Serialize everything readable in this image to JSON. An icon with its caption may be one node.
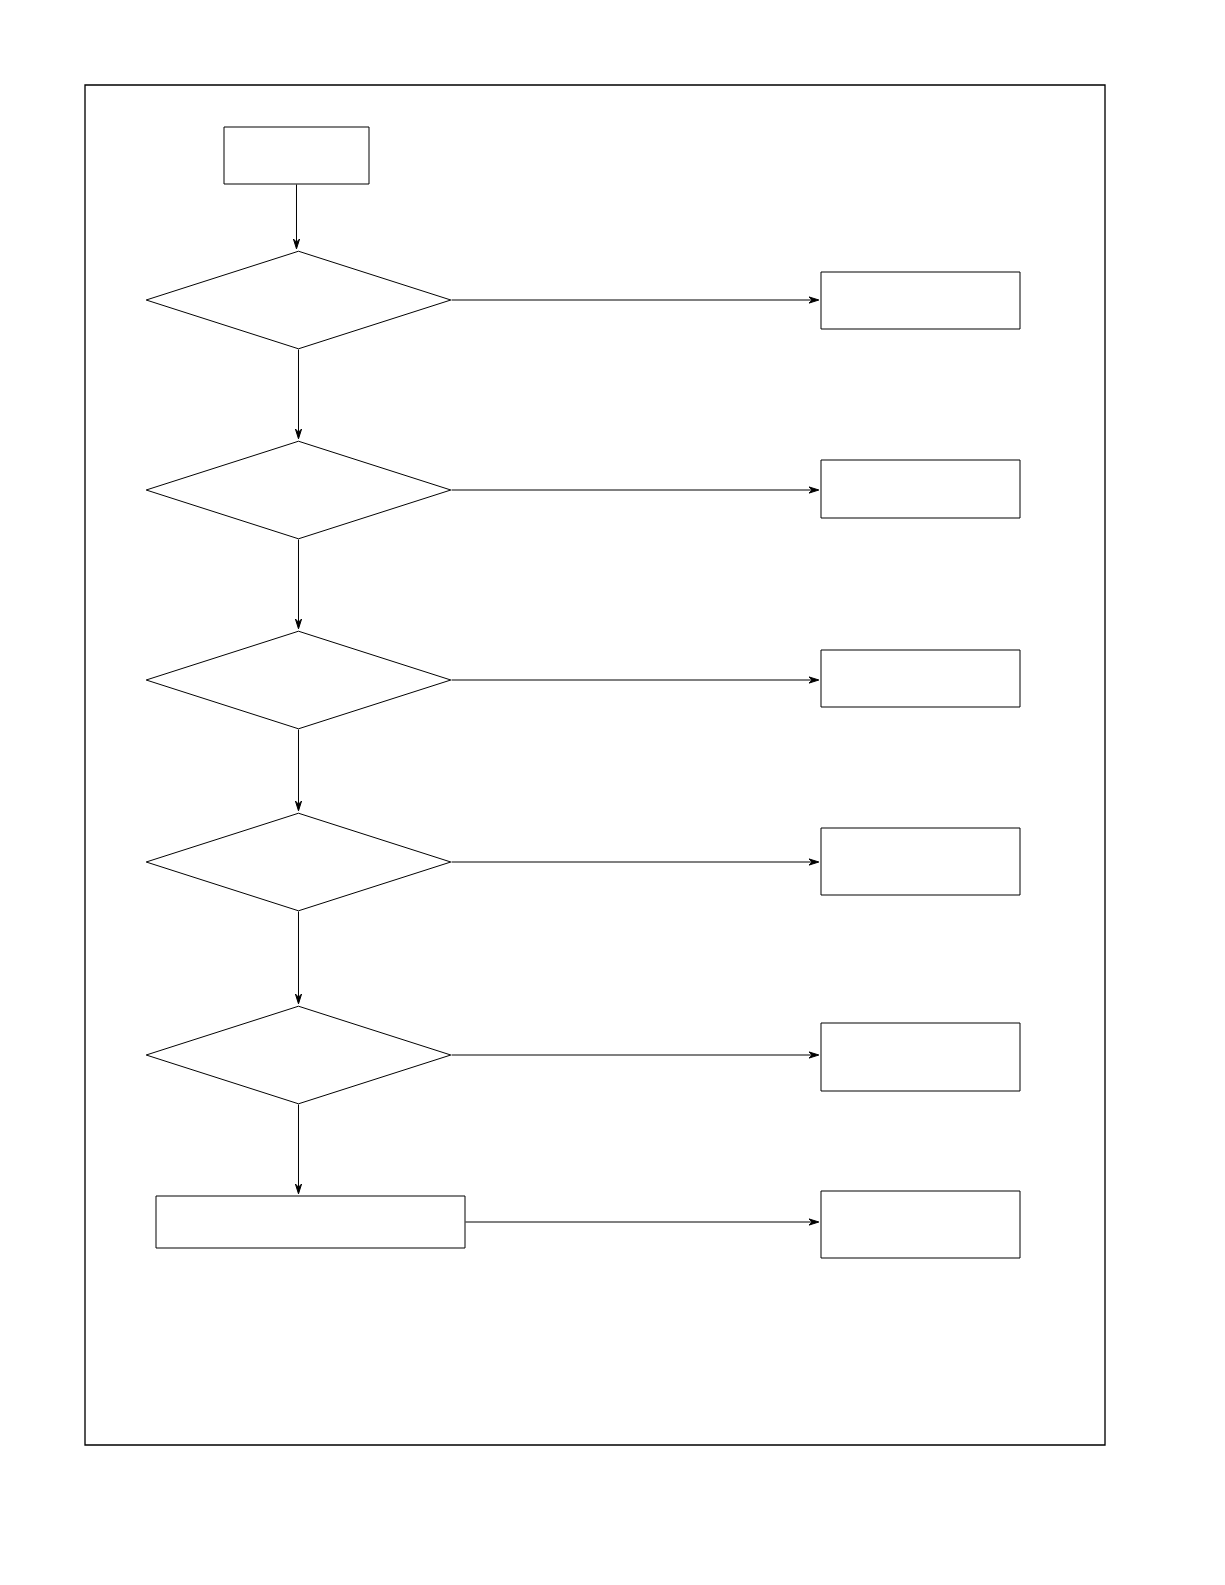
{
  "diagram": {
    "nodes": [
      {
        "text": [],
        "shape": "box"
      },
      {
        "text": [],
        "shape": "diamond"
      },
      {
        "text": [],
        "shape": "box"
      },
      {
        "text": [],
        "shape": "diamond"
      },
      {
        "text": [],
        "shape": "box"
      },
      {
        "text": [],
        "shape": "diamond"
      },
      {
        "text": [],
        "shape": "box"
      },
      {
        "text": [],
        "shape": "diamond"
      },
      {
        "text": [],
        "shape": "box"
      },
      {
        "text": [],
        "shape": "diamond"
      },
      {
        "text": [],
        "shape": "box"
      },
      {
        "text": [],
        "shape": "box"
      },
      {
        "text": [],
        "shape": "box"
      }
    ],
    "edges": [
      {
        "from": 0,
        "to": 1,
        "arrow": "to"
      },
      {
        "from": 1,
        "to": 2,
        "arrow": "to"
      },
      {
        "from": 1,
        "to": 3,
        "arrow": "to"
      },
      {
        "from": 3,
        "to": 4,
        "arrow": "to"
      },
      {
        "from": 3,
        "to": 5,
        "arrow": "to"
      },
      {
        "from": 5,
        "to": 6,
        "arrow": "to"
      },
      {
        "from": 5,
        "to": 7,
        "arrow": "to"
      },
      {
        "from": 7,
        "to": 8,
        "arrow": "to"
      },
      {
        "from": 7,
        "to": 9,
        "arrow": "to"
      },
      {
        "from": 9,
        "to": 10,
        "arrow": "to"
      },
      {
        "from": 9,
        "to": 11,
        "arrow": "to"
      },
      {
        "from": 11,
        "to": 12,
        "arrow": "to"
      }
    ]
  }
}
